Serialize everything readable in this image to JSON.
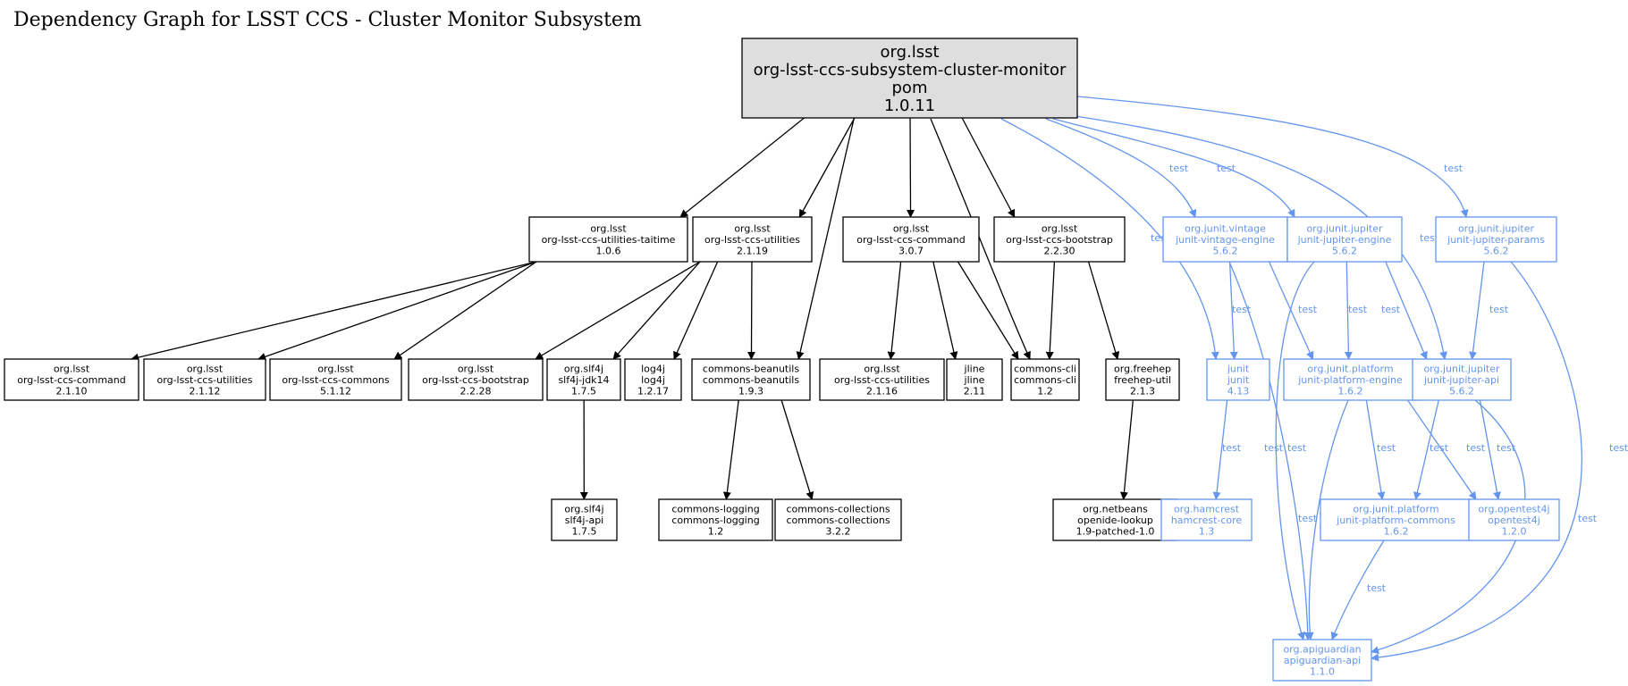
{
  "title": "Dependency Graph for LSST CCS - Cluster Monitor Subsystem",
  "colors": {
    "compile": "#000000",
    "test": "#6495ED",
    "root_fill": "#DEDEDE"
  },
  "root": {
    "lines": [
      "org.lsst",
      "org-lsst-ccs-subsystem-cluster-monitor",
      "pom",
      "1.0.11"
    ]
  },
  "nodes": [
    {
      "id": "taitime",
      "scope": "compile",
      "lines": [
        "org.lsst",
        "org-lsst-ccs-utilities-taitime",
        "1.0.6"
      ]
    },
    {
      "id": "utilities219",
      "scope": "compile",
      "lines": [
        "org.lsst",
        "org-lsst-ccs-utilities",
        "2.1.19"
      ]
    },
    {
      "id": "command307",
      "scope": "compile",
      "lines": [
        "org.lsst",
        "org-lsst-ccs-command",
        "3.0.7"
      ]
    },
    {
      "id": "bootstrap2230",
      "scope": "compile",
      "lines": [
        "org.lsst",
        "org-lsst-ccs-bootstrap",
        "2.2.30"
      ]
    },
    {
      "id": "vintage",
      "scope": "test",
      "lines": [
        "org.junit.vintage",
        "junit-vintage-engine",
        "5.6.2"
      ]
    },
    {
      "id": "jupengine",
      "scope": "test",
      "lines": [
        "org.junit.jupiter",
        "junit-jupiter-engine",
        "5.6.2"
      ]
    },
    {
      "id": "jupparams",
      "scope": "test",
      "lines": [
        "org.junit.jupiter",
        "junit-jupiter-params",
        "5.6.2"
      ]
    },
    {
      "id": "command2110",
      "scope": "compile",
      "lines": [
        "org.lsst",
        "org-lsst-ccs-command",
        "2.1.10"
      ]
    },
    {
      "id": "utilities2112",
      "scope": "compile",
      "lines": [
        "org.lsst",
        "org-lsst-ccs-utilities",
        "2.1.12"
      ]
    },
    {
      "id": "commons5112",
      "scope": "compile",
      "lines": [
        "org.lsst",
        "org-lsst-ccs-commons",
        "5.1.12"
      ]
    },
    {
      "id": "bootstrap2228",
      "scope": "compile",
      "lines": [
        "org.lsst",
        "org-lsst-ccs-bootstrap",
        "2.2.28"
      ]
    },
    {
      "id": "slf4jjdk",
      "scope": "compile",
      "lines": [
        "org.slf4j",
        "slf4j-jdk14",
        "1.7.5"
      ]
    },
    {
      "id": "log4j",
      "scope": "compile",
      "lines": [
        "log4j",
        "log4j",
        "1.2.17"
      ]
    },
    {
      "id": "beanutils",
      "scope": "compile",
      "lines": [
        "commons-beanutils",
        "commons-beanutils",
        "1.9.3"
      ]
    },
    {
      "id": "utilities2116",
      "scope": "compile",
      "lines": [
        "org.lsst",
        "org-lsst-ccs-utilities",
        "2.1.16"
      ]
    },
    {
      "id": "jline",
      "scope": "compile",
      "lines": [
        "jline",
        "jline",
        "2.11"
      ]
    },
    {
      "id": "commonscli",
      "scope": "compile",
      "lines": [
        "commons-cli",
        "commons-cli",
        "1.2"
      ]
    },
    {
      "id": "freehep",
      "scope": "compile",
      "lines": [
        "org.freehep",
        "freehep-util",
        "2.1.3"
      ]
    },
    {
      "id": "junit",
      "scope": "test",
      "lines": [
        "junit",
        "junit",
        "4.13"
      ]
    },
    {
      "id": "platengine",
      "scope": "test",
      "lines": [
        "org.junit.platform",
        "junit-platform-engine",
        "1.6.2"
      ]
    },
    {
      "id": "jupapi",
      "scope": "test",
      "lines": [
        "org.junit.jupiter",
        "junit-jupiter-api",
        "5.6.2"
      ]
    },
    {
      "id": "slf4japi",
      "scope": "compile",
      "lines": [
        "org.slf4j",
        "slf4j-api",
        "1.7.5"
      ]
    },
    {
      "id": "logging",
      "scope": "compile",
      "lines": [
        "commons-logging",
        "commons-logging",
        "1.2"
      ]
    },
    {
      "id": "collections",
      "scope": "compile",
      "lines": [
        "commons-collections",
        "commons-collections",
        "3.2.2"
      ]
    },
    {
      "id": "openide",
      "scope": "compile",
      "lines": [
        "org.netbeans",
        "openide-lookup",
        "1.9-patched-1.0"
      ]
    },
    {
      "id": "hamcrest",
      "scope": "test",
      "lines": [
        "org.hamcrest",
        "hamcrest-core",
        "1.3"
      ]
    },
    {
      "id": "platcommons",
      "scope": "test",
      "lines": [
        "org.junit.platform",
        "junit-platform-commons",
        "1.6.2"
      ]
    },
    {
      "id": "opentest4j",
      "scope": "test",
      "lines": [
        "org.opentest4j",
        "opentest4j",
        "1.2.0"
      ]
    },
    {
      "id": "apiguardian",
      "scope": "test",
      "lines": [
        "org.apiguardian",
        "apiguardian-api",
        "1.1.0"
      ]
    }
  ],
  "edges": [
    {
      "from": "root",
      "to": "taitime",
      "scope": "compile"
    },
    {
      "from": "root",
      "to": "utilities219",
      "scope": "compile"
    },
    {
      "from": "root",
      "to": "beanutils",
      "scope": "compile"
    },
    {
      "from": "root",
      "to": "command307",
      "scope": "compile"
    },
    {
      "from": "root",
      "to": "commonscli",
      "scope": "compile"
    },
    {
      "from": "root",
      "to": "bootstrap2230",
      "scope": "compile"
    },
    {
      "from": "root",
      "to": "junit",
      "scope": "test",
      "label": "test"
    },
    {
      "from": "root",
      "to": "vintage",
      "scope": "test",
      "label": "test"
    },
    {
      "from": "root",
      "to": "jupengine",
      "scope": "test",
      "label": "test"
    },
    {
      "from": "root",
      "to": "jupapi",
      "scope": "test",
      "label": "test"
    },
    {
      "from": "root",
      "to": "jupparams",
      "scope": "test",
      "label": "test"
    },
    {
      "from": "taitime",
      "to": "command2110",
      "scope": "compile"
    },
    {
      "from": "taitime",
      "to": "utilities2112",
      "scope": "compile"
    },
    {
      "from": "taitime",
      "to": "commons5112",
      "scope": "compile"
    },
    {
      "from": "utilities219",
      "to": "bootstrap2228",
      "scope": "compile"
    },
    {
      "from": "utilities219",
      "to": "slf4jjdk",
      "scope": "compile"
    },
    {
      "from": "utilities219",
      "to": "log4j",
      "scope": "compile"
    },
    {
      "from": "utilities219",
      "to": "beanutils",
      "scope": "compile"
    },
    {
      "from": "command307",
      "to": "utilities2116",
      "scope": "compile"
    },
    {
      "from": "command307",
      "to": "jline",
      "scope": "compile"
    },
    {
      "from": "command307",
      "to": "commonscli",
      "scope": "compile"
    },
    {
      "from": "bootstrap2230",
      "to": "commonscli",
      "scope": "compile"
    },
    {
      "from": "bootstrap2230",
      "to": "freehep",
      "scope": "compile"
    },
    {
      "from": "slf4jjdk",
      "to": "slf4japi",
      "scope": "compile"
    },
    {
      "from": "beanutils",
      "to": "logging",
      "scope": "compile"
    },
    {
      "from": "beanutils",
      "to": "collections",
      "scope": "compile"
    },
    {
      "from": "freehep",
      "to": "openide",
      "scope": "compile"
    },
    {
      "from": "vintage",
      "to": "junit",
      "scope": "test",
      "label": "test"
    },
    {
      "from": "vintage",
      "to": "platengine",
      "scope": "test",
      "label": "test"
    },
    {
      "from": "vintage",
      "to": "apiguardian",
      "scope": "test",
      "label": "test"
    },
    {
      "from": "jupengine",
      "to": "platengine",
      "scope": "test",
      "label": "test"
    },
    {
      "from": "jupengine",
      "to": "jupapi",
      "scope": "test",
      "label": "test"
    },
    {
      "from": "jupengine",
      "to": "apiguardian",
      "scope": "test",
      "label": "test"
    },
    {
      "from": "jupparams",
      "to": "jupapi",
      "scope": "test",
      "label": "test"
    },
    {
      "from": "jupparams",
      "to": "apiguardian",
      "scope": "test",
      "label": "test"
    },
    {
      "from": "junit",
      "to": "hamcrest",
      "scope": "test",
      "label": "test"
    },
    {
      "from": "platengine",
      "to": "platcommons",
      "scope": "test",
      "label": "test"
    },
    {
      "from": "platengine",
      "to": "opentest4j",
      "scope": "test",
      "label": "test"
    },
    {
      "from": "platengine",
      "to": "apiguardian",
      "scope": "test",
      "label": "test"
    },
    {
      "from": "jupapi",
      "to": "platcommons",
      "scope": "test",
      "label": "test"
    },
    {
      "from": "jupapi",
      "to": "opentest4j",
      "scope": "test",
      "label": "test"
    },
    {
      "from": "jupapi",
      "to": "apiguardian",
      "scope": "test",
      "label": "test"
    },
    {
      "from": "platcommons",
      "to": "apiguardian",
      "scope": "test",
      "label": "test"
    }
  ]
}
